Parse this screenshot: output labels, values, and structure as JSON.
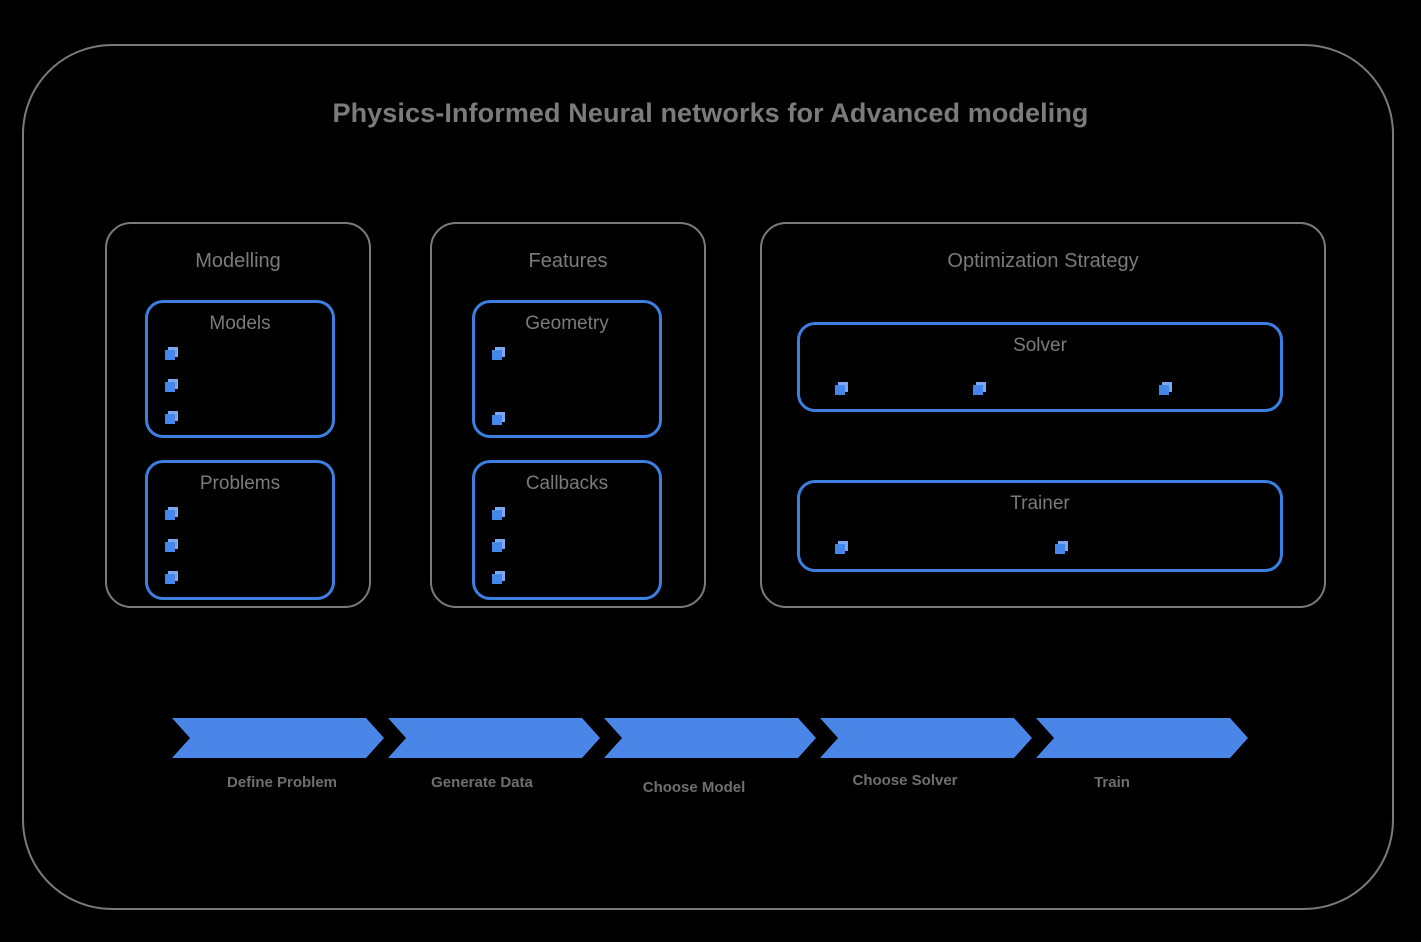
{
  "diagram": {
    "title": "Physics-Informed Neural networks for Advanced modeling",
    "frame_border_color": "#7b7b7b",
    "background_color": "#000000",
    "accent_blue": "#4a86e8",
    "card_border_blue": "#3c7fe0",
    "label_grey": "#7b7b7b"
  },
  "groups": [
    {
      "id": "modelling",
      "title": "Modelling",
      "cards": [
        {
          "id": "models",
          "title": "Models",
          "bullet_count": 3,
          "bullet_layout": "vertical"
        },
        {
          "id": "problems",
          "title": "Problems",
          "bullet_count": 3,
          "bullet_layout": "vertical"
        }
      ]
    },
    {
      "id": "features",
      "title": "Features",
      "cards": [
        {
          "id": "geometry",
          "title": "Geometry",
          "bullet_count": 2,
          "bullet_layout": "vertical-spread"
        },
        {
          "id": "callbacks",
          "title": "Callbacks",
          "bullet_count": 3,
          "bullet_layout": "vertical"
        }
      ]
    },
    {
      "id": "optimization",
      "title": "Optimization Strategy",
      "cards": [
        {
          "id": "solver",
          "title": "Solver",
          "bullet_count": 3,
          "bullet_layout": "horizontal"
        },
        {
          "id": "trainer",
          "title": "Trainer",
          "bullet_count": 2,
          "bullet_layout": "horizontal"
        }
      ]
    }
  ],
  "pipeline": {
    "steps": [
      {
        "label": "Define Problem"
      },
      {
        "label": "Generate Data"
      },
      {
        "label": "Choose Model"
      },
      {
        "label": "Choose Solver"
      },
      {
        "label": "Train"
      }
    ]
  },
  "icons": {
    "bullet": "cube-icon"
  }
}
